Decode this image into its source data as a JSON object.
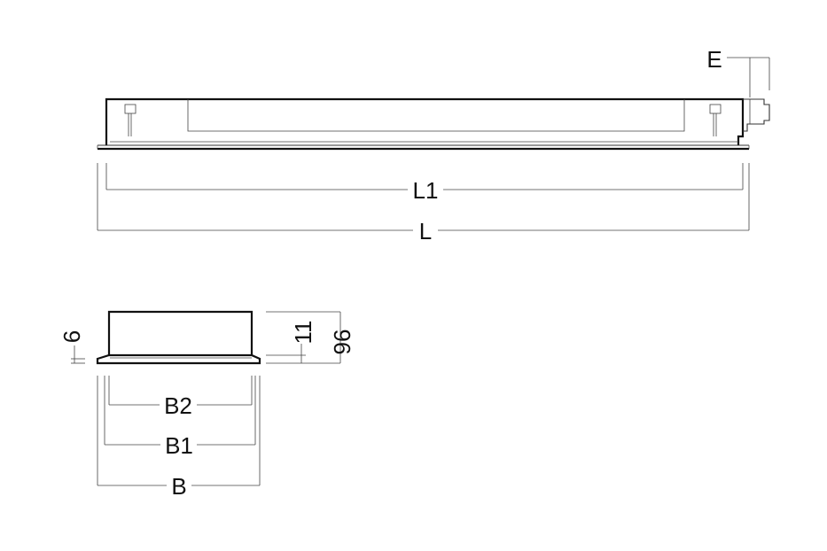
{
  "labels": {
    "E": "E",
    "L1": "L1",
    "L": "L",
    "B2": "B2",
    "B1": "B1",
    "B": "B",
    "dim_6": "6",
    "dim_11": "11",
    "dim_96": "96"
  }
}
